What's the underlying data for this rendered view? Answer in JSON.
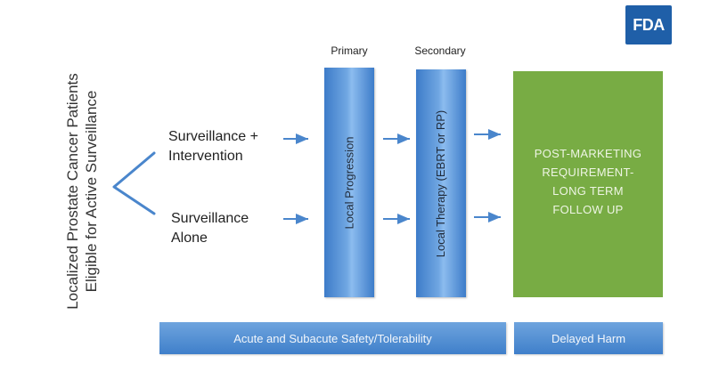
{
  "logo": {
    "text": "FDA"
  },
  "population_label": {
    "line1": "Localized Prostate Cancer Patients",
    "line2": "Eligible for Active Surveillance"
  },
  "branches": [
    {
      "line1": "Surveillance +",
      "line2": "Intervention"
    },
    {
      "line1": "Surveillance",
      "line2": "Alone"
    }
  ],
  "columns": {
    "primary": {
      "header": "Primary",
      "bar_label": "Local Progression"
    },
    "secondary": {
      "header": "Secondary",
      "bar_label": "Local Therapy (EBRT or RP)"
    }
  },
  "outcome_box": {
    "lines": [
      "POST-MARKETING",
      "REQUIREMENT-",
      "LONG TERM",
      "FOLLOW UP"
    ]
  },
  "bottom_bars": {
    "acute": "Acute and Subacute Safety/Tolerability",
    "delayed": "Delayed Harm"
  },
  "colors": {
    "fda_blue": "#1f5fa8",
    "bar_blue": "#3d7cc9",
    "green": "#78ac44"
  }
}
